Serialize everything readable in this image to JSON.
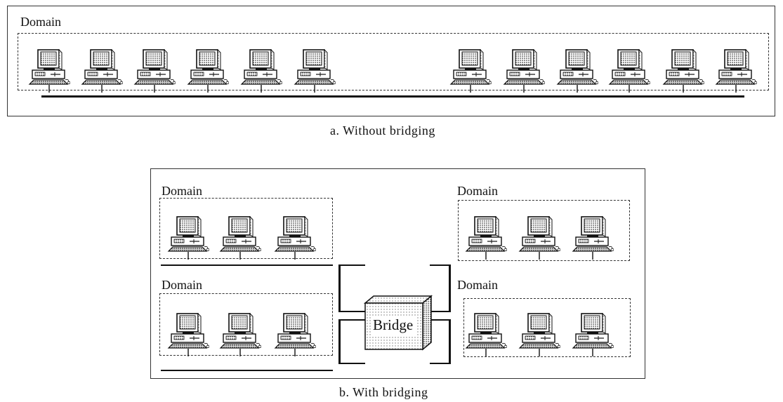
{
  "panel_a": {
    "domain_label": "Domain",
    "caption": "a. Without bridging",
    "computer_count": 12
  },
  "panel_b": {
    "domain_labels": [
      "Domain",
      "Domain",
      "Domain",
      "Domain"
    ],
    "bridge_label": "Bridge",
    "caption": "b. With bridging",
    "computers_per_domain": 3
  },
  "icons": {
    "computer": "desktop-computer-icon"
  }
}
